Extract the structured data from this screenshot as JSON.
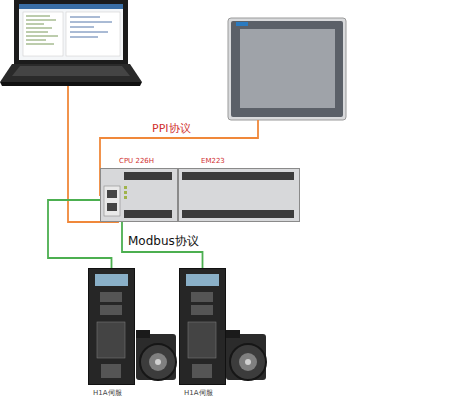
{
  "diagram": {
    "nodes": [
      {
        "text": [
          "CPU 226H"
        ]
      },
      {
        "text": [
          "EM223"
        ]
      },
      {
        "text": [
          "H1A伺服"
        ]
      },
      {
        "text": [
          "H1A伺服"
        ]
      }
    ],
    "edges": [
      {
        "from": 0,
        "to": 2,
        "arrow": "none"
      },
      {
        "from": 0,
        "to": 3,
        "arrow": "none"
      }
    ],
    "labels": [
      "PPI协议",
      "Modbus协议"
    ]
  }
}
